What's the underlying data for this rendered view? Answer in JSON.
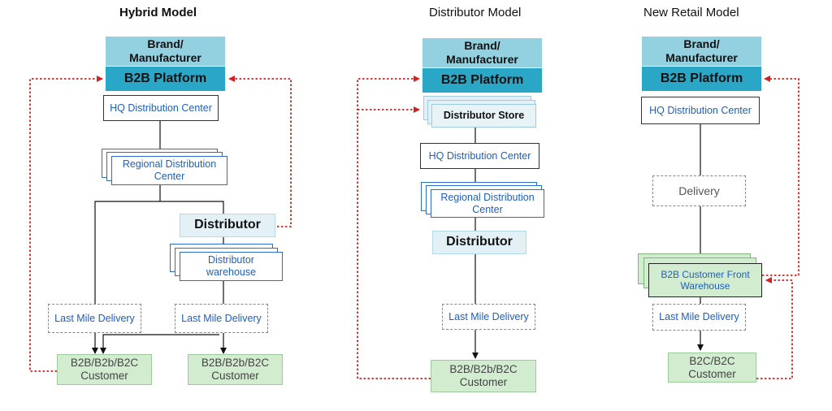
{
  "hybrid": {
    "title": "Hybrid Model",
    "brand": "Brand/\nManufacturer",
    "platform": "B2B Platform",
    "hq": "HQ Distribution Center",
    "regional": "Regional Distribution\nCenter",
    "distributor": "Distributor",
    "distributor_warehouse": "Distributor\nwarehouse",
    "last_mile_left": "Last Mile Delivery",
    "last_mile_right": "Last Mile Delivery",
    "customer_left": "B2B/B2b/B2C\nCustomer",
    "customer_right": "B2B/B2b/B2C\nCustomer"
  },
  "distributor_model": {
    "title": "Distributor Model",
    "brand": "Brand/\nManufacturer",
    "platform": "B2B Platform",
    "store": "Distributor Store",
    "hq": "HQ Distribution Center",
    "regional": "Regional Distribution\nCenter",
    "distributor": "Distributor",
    "last_mile": "Last Mile Delivery",
    "customer": "B2B/B2b/B2C\nCustomer"
  },
  "new_retail": {
    "title": "New Retail Model",
    "brand": "Brand/\nManufacturer",
    "platform": "B2B Platform",
    "hq": "HQ Distribution Center",
    "delivery": "Delivery",
    "front_warehouse": "B2B Customer Front\nWarehouse",
    "last_mile": "Last Mile Delivery",
    "customer": "B2C/B2C\nCustomer"
  },
  "colors": {
    "brand": "#93d0e0",
    "platform": "#2aa7c7",
    "distributor": "#e3f1f7",
    "customer": "#d2ecd0",
    "link_text": "#1f5fbf",
    "feedback_arrow": "#d42020"
  }
}
